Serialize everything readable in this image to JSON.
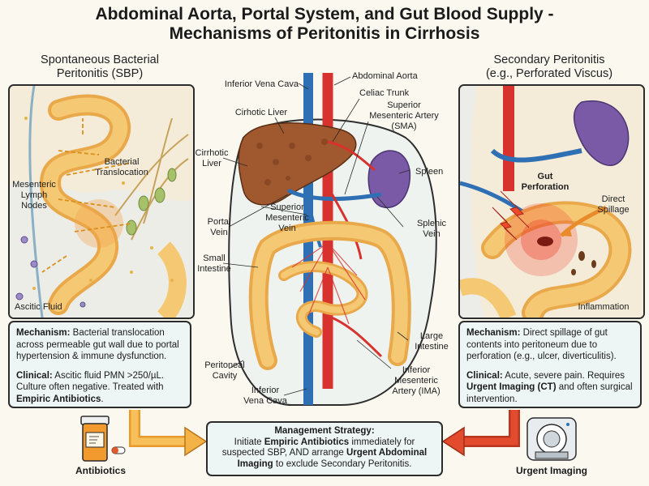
{
  "title": {
    "line1": "Abdominal Aorta, Portal System, and Gut Blood Supply -",
    "line2": "Mechanisms of Peritonitis in Cirrhosis"
  },
  "left": {
    "heading_line1": "Spontaneous Bacterial",
    "heading_line2": "Peritonitis (SBP)",
    "labels": {
      "bacterial_translocation": "Bacterial Translocation",
      "mesenteric_lymph_nodes": "Mesenteric Lymph Nodes",
      "ascitic_fluid": "Ascitic Fluid"
    },
    "info": {
      "mechanism_label": "Mechanism:",
      "mechanism_text": "Bacterial translocation across permeable gut wall due to portal hypertension & immune dysfunction.",
      "clinical_label": "Clinical:",
      "clinical_text": "Ascitic fluid PMN >250/µL. Culture often negative. Treated with",
      "clinical_bold": "Empiric Antibiotics",
      "clinical_end": "."
    }
  },
  "center": {
    "labels": {
      "inferior_vena_cava_top": "Inferior Vena Cava",
      "abdominal_aorta": "Abdominal Aorta",
      "celiac_trunk": "Celiac Trunk",
      "cirrhotic_liver_top": "Cirhotic Liver",
      "sma_top": "Superior Mesenteric Artery (SMA)",
      "cirrhotic_liver_left": "Cirrhotic Liver",
      "spleen": "Spleen",
      "superior_mesenteric_vein": "Superior Mesenteric Vein",
      "portal_vein": "Portal Vein",
      "splenic_vein": "Splenic Vein",
      "small_intestine": "Small Intestine",
      "large_intestine": "Large Intestine",
      "peritoneal_cavity": "Peritoneal Cavity",
      "ima": "Inferior Mesenteric Artery (IMA)",
      "inferior_vena_cava_bottom": "Inferior Vena Cava"
    }
  },
  "right": {
    "heading_line1": "Secondary Peritonitis",
    "heading_line2": "(e.g., Perforated Viscus)",
    "labels": {
      "gut_perforation": "Gut Perforation",
      "direct_spillage": "Direct Spillage",
      "inflammation": "Inflammation"
    },
    "info": {
      "mechanism_label": "Mechanism:",
      "mechanism_text": "Direct spillage of gut contents into peritoneum due to perforation (e.g., ulcer, diverticulitis).",
      "clinical_label": "Clinical:",
      "clinical_text": "Acute, severe pain. Requires",
      "clinical_bold": "Urgent Imaging (CT)",
      "clinical_end": "and often surgical intervention."
    }
  },
  "management": {
    "heading": "Management Strategy:",
    "text1": "Initiate",
    "bold1": "Empiric Antibiotics",
    "text2": "immediately for suspected SBP, AND arrange",
    "bold2": "Urgent Abdominal Imaging",
    "text3": "to exclude Secondary Peritonitis."
  },
  "icons": {
    "antibiotics_label": "Antibiotics",
    "imaging_label": "Urgent Imaging"
  },
  "colors": {
    "artery_red": "#d8322f",
    "vein_blue": "#2f6fb3",
    "liver_brown": "#a0582e",
    "intestine_yellow": "#f2c46a",
    "spleen_purple": "#7a5aa6",
    "arrow_orange": "#f3b347",
    "arrow_red": "#d94b2b",
    "info_bg": "#eef5f5"
  }
}
